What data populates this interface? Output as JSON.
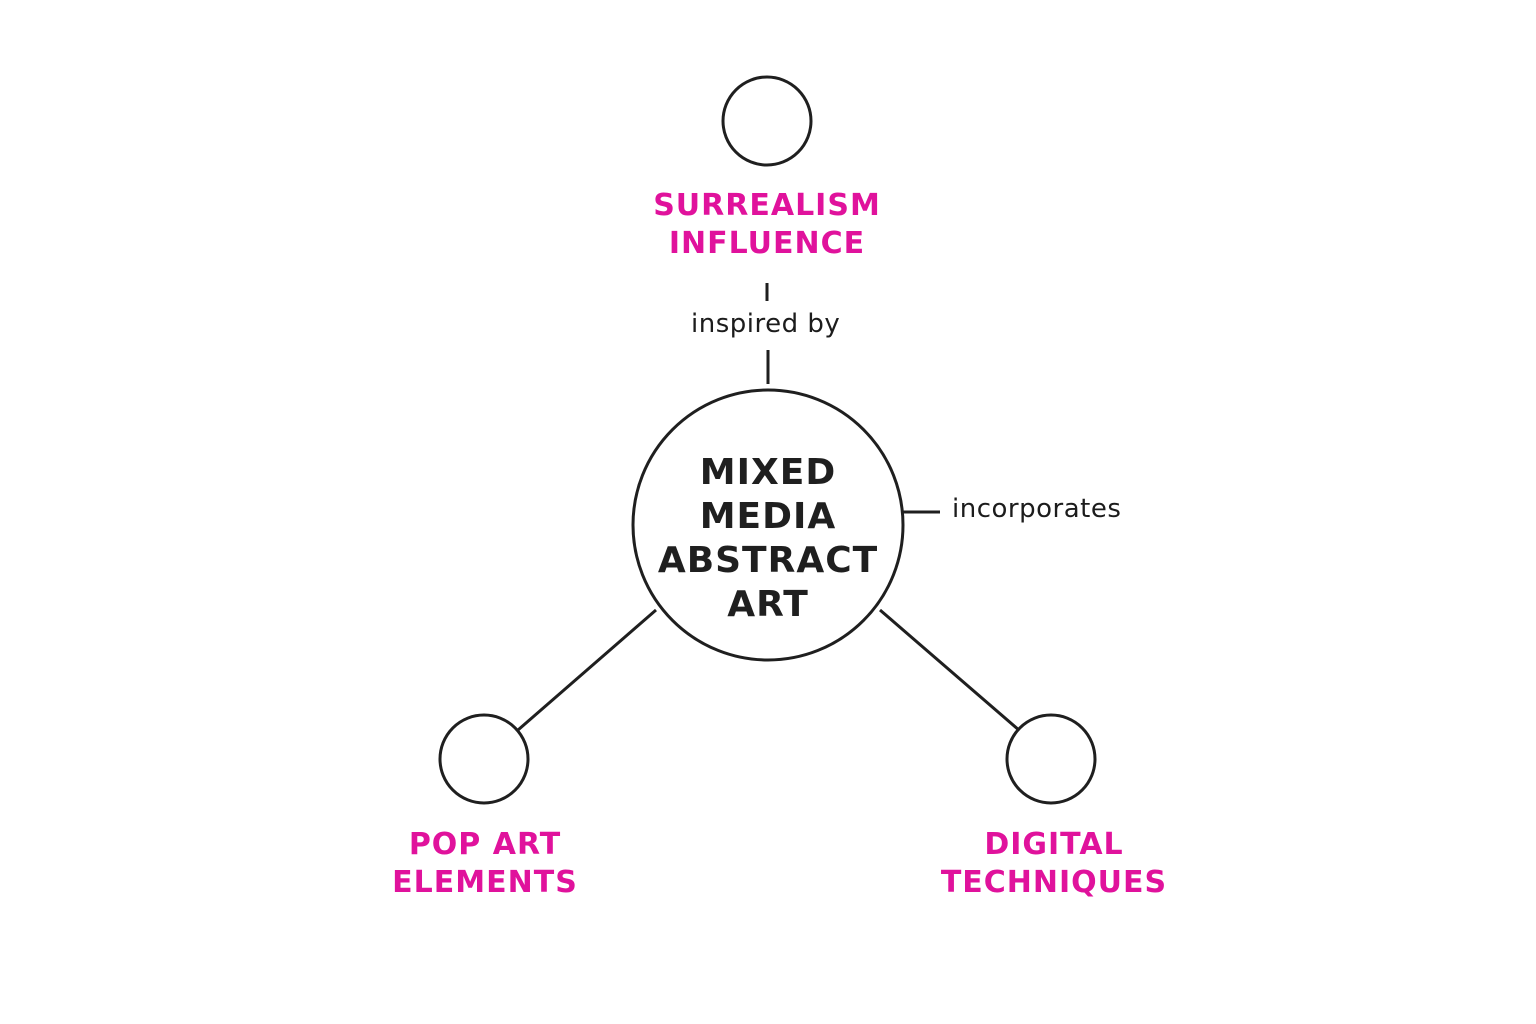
{
  "colors": {
    "accent": "#e0129c",
    "ink": "#1f1f1f",
    "background": "#ffffff"
  },
  "center": {
    "lines": [
      "MIXED",
      "MEDIA",
      "ABSTRACT",
      "ART"
    ]
  },
  "nodes": {
    "top": {
      "lines": [
        "SURREALISM",
        "INFLUENCE"
      ]
    },
    "left": {
      "lines": [
        "POP ART",
        "ELEMENTS"
      ]
    },
    "right": {
      "lines": [
        "DIGITAL",
        "TECHNIQUES"
      ]
    }
  },
  "edges": {
    "top": "inspired by",
    "right": "incorporates"
  }
}
